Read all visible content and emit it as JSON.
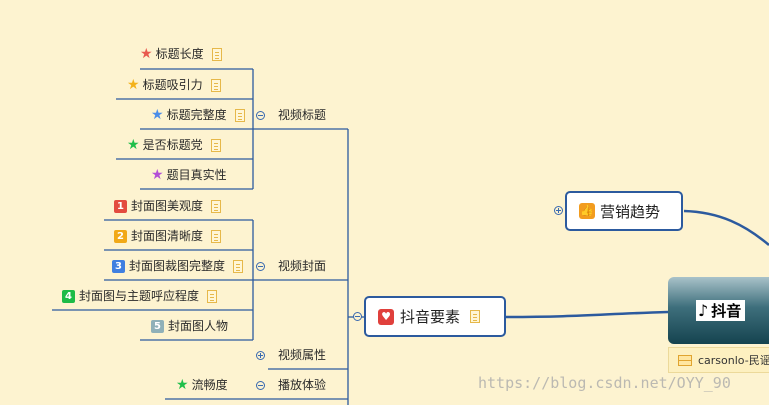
{
  "branch_video_title": {
    "label": "视频标题",
    "items": [
      {
        "text": "标题长度",
        "star_color": "#e85a4f"
      },
      {
        "text": "标题吸引力",
        "star_color": "#f3b21b"
      },
      {
        "text": "标题完整度",
        "star_color": "#4b8de8"
      },
      {
        "text": "是否标题党",
        "star_color": "#1fbf4a"
      },
      {
        "text": "题目真实性",
        "star_color": "#b34fd6"
      }
    ]
  },
  "branch_video_cover": {
    "label": "视频封面",
    "items": [
      {
        "num": "1",
        "text": "封面图美观度",
        "color": "#e34b3f"
      },
      {
        "num": "2",
        "text": "封面图清晰度",
        "color": "#f1a917"
      },
      {
        "num": "3",
        "text": "封面图裁图完整度",
        "color": "#3f7fe0"
      },
      {
        "num": "4",
        "text": "封面图与主题呼应程度",
        "color": "#1dbb47"
      },
      {
        "num": "5",
        "text": "封面图人物",
        "color": "#8fb0b8"
      }
    ]
  },
  "branch_video_attr": {
    "label": "视频属性"
  },
  "branch_playback": {
    "label": "播放体验",
    "items": [
      {
        "text": "流畅度",
        "star_color": "#1fbf4a"
      }
    ]
  },
  "node_douyin_elements": {
    "label": "抖音要素",
    "icon": "heart-icon"
  },
  "node_marketing_trend": {
    "label": "营销趋势",
    "icon": "thumbs-up-icon"
  },
  "root": {
    "label": "抖音",
    "icon": "tiktok-icon"
  },
  "credit": {
    "text": "carsonlo-民谣"
  },
  "watermark": "https://blog.csdn.net/OYY_90",
  "colors": {
    "background": "#fdf3d0",
    "line": "#2c5a9e"
  }
}
